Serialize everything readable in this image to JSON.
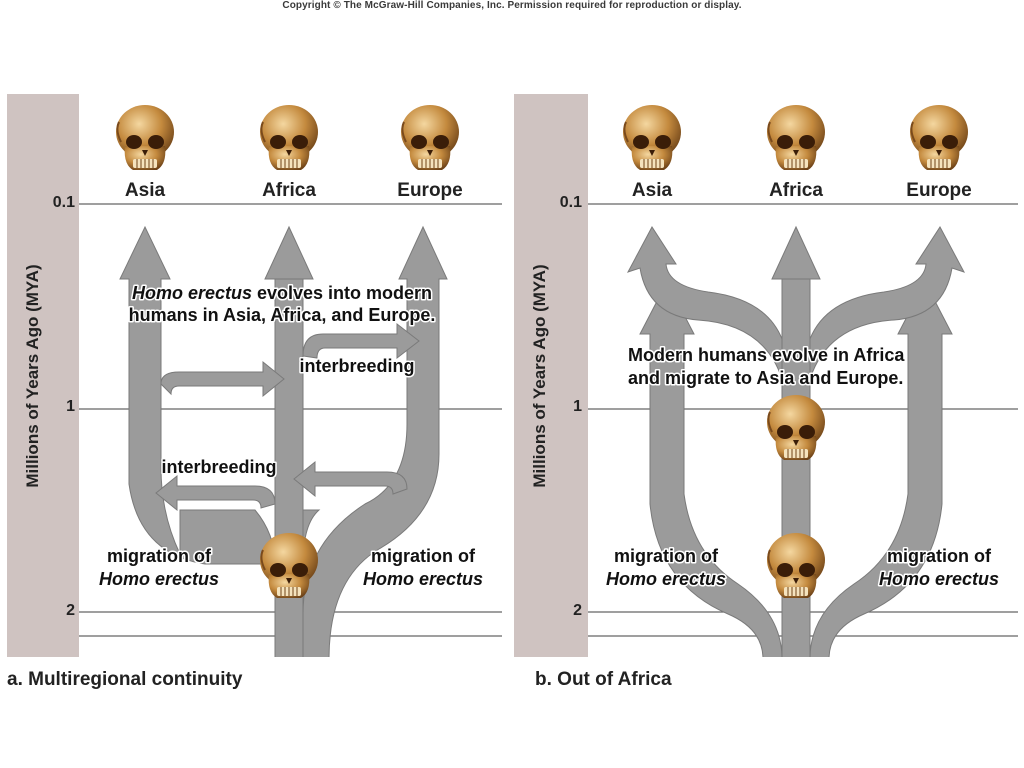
{
  "copyright": "Copyright © The McGraw-Hill Companies, Inc. Permission required for reproduction or display.",
  "y_axis_label": "Millions of Years Ago (MYA)",
  "ticks": [
    "0.1",
    "1",
    "2"
  ],
  "regions": [
    "Asia",
    "Africa",
    "Europe"
  ],
  "panel_a": {
    "caption": "a. Multiregional continuity",
    "title_italic": "Homo erectus",
    "title_rest": " evolves into modern",
    "title_line2": "humans in Asia, Africa, and Europe.",
    "interbreeding_upper": "interbreeding",
    "interbreeding_lower": "interbreeding",
    "migration_left_line1": "migration of",
    "migration_left_line2": "Homo erectus",
    "migration_right_line1": "migration of",
    "migration_right_line2": "Homo erectus"
  },
  "panel_b": {
    "caption": "b. Out of Africa",
    "title_line1": "Modern humans evolve in Africa",
    "title_line2": "and migrate to Asia and Europe.",
    "migration_left_line1": "migration of",
    "migration_left_line2": "Homo erectus",
    "migration_right_line1": "migration of",
    "migration_right_line2": "Homo erectus"
  },
  "colors": {
    "panel_background": "#cfc3c1",
    "arrow": "#9b9b9b",
    "arrow_outline": "#7a7a7a",
    "skull": "#c48a3e",
    "gridline": "#666666"
  },
  "icons": [
    "skull-icon"
  ]
}
